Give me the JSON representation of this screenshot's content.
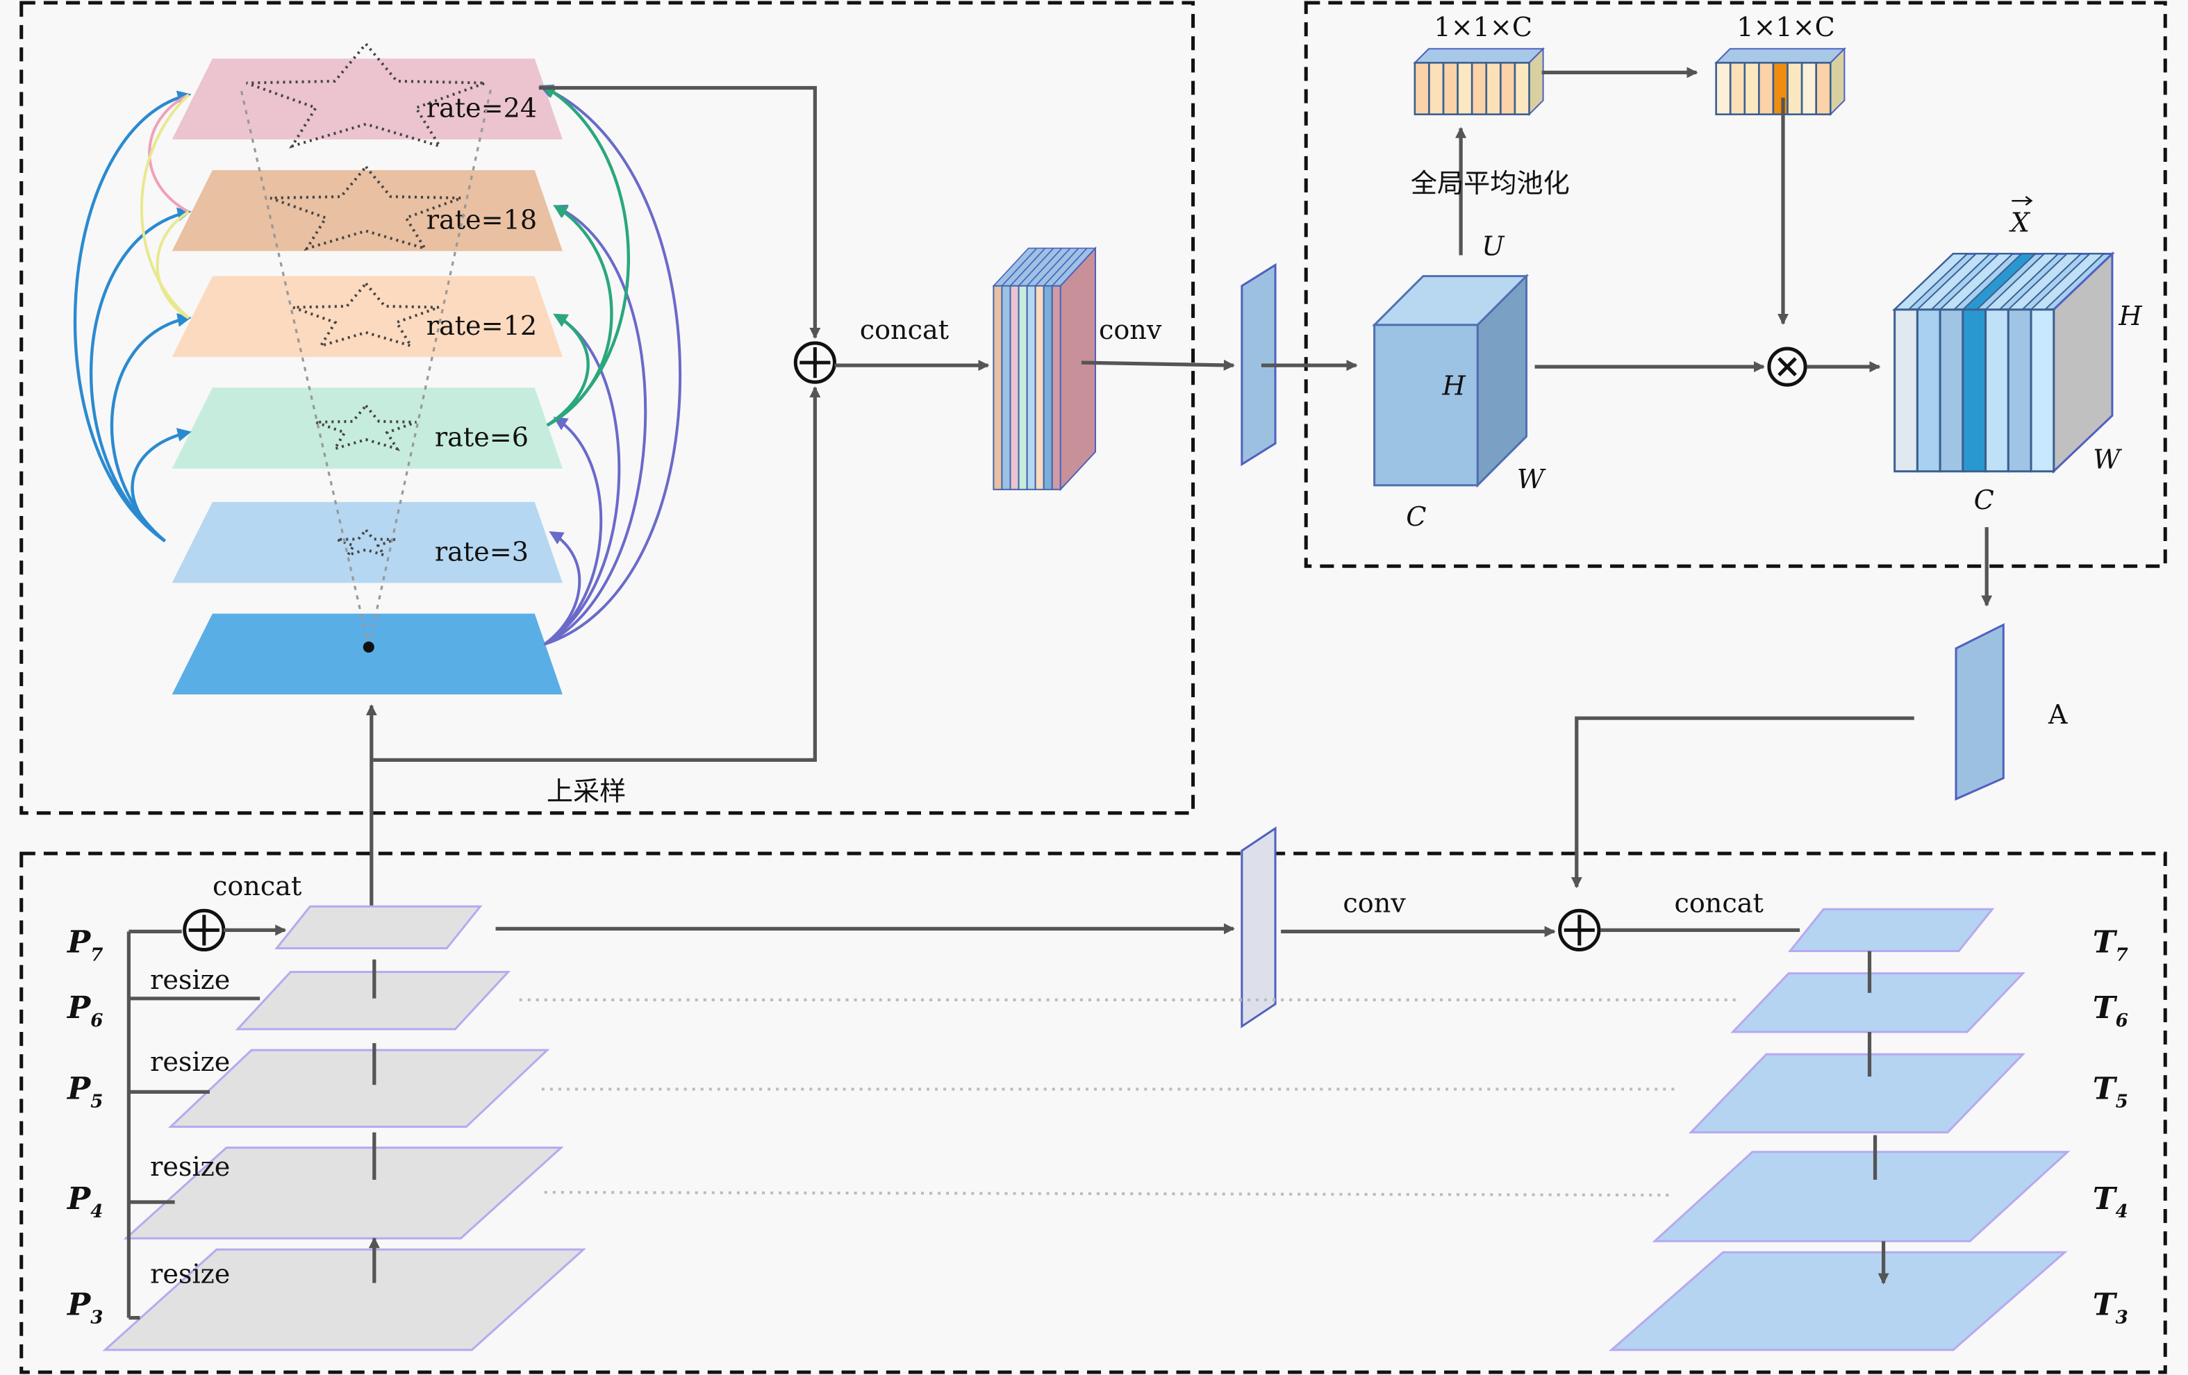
{
  "aspp": {
    "layers": [
      {
        "label": "rate=24",
        "color": "#ebc4d0"
      },
      {
        "label": "rate=18",
        "color": "#e9c0a2"
      },
      {
        "label": "rate=12",
        "color": "#fcdabf"
      },
      {
        "label": "rate=6",
        "color": "#c6ecdd"
      },
      {
        "label": "rate=3",
        "color": "#b5d7f1"
      },
      {
        "label": "",
        "color": "#5aaee6"
      }
    ],
    "concat": "concat",
    "conv": "conv",
    "upsample": "上采样"
  },
  "attention": {
    "pool_label": "全局平均池化",
    "vec_label_1": "1×1×C",
    "vec_label_2": "1×1×C",
    "u": "U",
    "h": "H",
    "w": "W",
    "c": "C",
    "x": "X",
    "h2": "H",
    "w2": "W",
    "c2": "C",
    "a": "A"
  },
  "fusion": {
    "concat_left": "concat",
    "conv": "conv",
    "concat_right": "concat",
    "resize": [
      "resize",
      "resize",
      "resize",
      "resize"
    ],
    "inputs": [
      {
        "base": "P",
        "sub": "7"
      },
      {
        "base": "P",
        "sub": "6"
      },
      {
        "base": "P",
        "sub": "5"
      },
      {
        "base": "P",
        "sub": "4"
      },
      {
        "base": "P",
        "sub": "3"
      }
    ],
    "outputs": [
      {
        "base": "T",
        "sub": "7"
      },
      {
        "base": "T",
        "sub": "6"
      },
      {
        "base": "T",
        "sub": "5"
      },
      {
        "base": "T",
        "sub": "4"
      },
      {
        "base": "T",
        "sub": "3"
      }
    ]
  },
  "colors": {
    "gray_plane": "#e1e1e1",
    "blue_plane": "#b4d4f2",
    "edge": "#b8a8f0"
  }
}
